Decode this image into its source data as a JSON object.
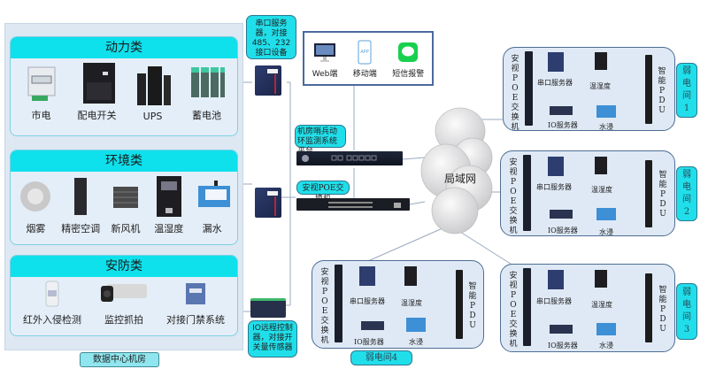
{
  "data_center": {
    "label": "数据中心机房",
    "groups": [
      {
        "title": "动力类",
        "items": [
          {
            "label": "市电",
            "icon": "electric-meter-icon"
          },
          {
            "label": "配电开关",
            "icon": "power-cabinet-icon"
          },
          {
            "label": "UPS",
            "icon": "ups-icon"
          },
          {
            "label": "蓄电池",
            "icon": "battery-icon"
          }
        ]
      },
      {
        "title": "环境类",
        "items": [
          {
            "label": "烟雾",
            "icon": "smoke-detector-icon"
          },
          {
            "label": "精密空调",
            "icon": "precision-ac-icon"
          },
          {
            "label": "新风机",
            "icon": "fresh-air-unit-icon"
          },
          {
            "label": "温湿度",
            "icon": "temp-humidity-sensor-icon"
          },
          {
            "label": "漏水",
            "icon": "water-leak-sensor-icon"
          }
        ]
      },
      {
        "title": "安防类",
        "items": [
          {
            "label": "红外入侵检测",
            "icon": "infrared-detector-icon"
          },
          {
            "label": "监控抓拍",
            "icon": "camera-icon"
          },
          {
            "label": "对接门禁系统",
            "icon": "access-control-icon"
          }
        ]
      }
    ]
  },
  "callouts": {
    "serial_server": "串口服务器，对接485、232接口设备",
    "io_controller": "IO远程控制器，对接开关量传感器",
    "platform": "机房哨兵动环监测系统平台",
    "poe_switch": "安视POE交换机"
  },
  "clients": [
    {
      "label": "Web端",
      "icon": "monitor-icon"
    },
    {
      "label": "移动端",
      "icon": "mobile-app-icon"
    },
    {
      "label": "短信报警",
      "icon": "sms-message-icon"
    }
  ],
  "cloud": {
    "label": "局域网"
  },
  "weak_rooms": [
    {
      "tag": "弱电间1",
      "tag_chars": [
        "弱",
        "电",
        "间",
        "1"
      ]
    },
    {
      "tag": "弱电间2",
      "tag_chars": [
        "弱",
        "电",
        "间",
        "2"
      ]
    },
    {
      "tag": "弱电间3",
      "tag_chars": [
        "弱",
        "电",
        "间",
        "3"
      ]
    },
    {
      "tag": "弱电间4",
      "tag_chars": [
        "弱",
        "电",
        "间",
        "4"
      ]
    }
  ],
  "weak_room_content": {
    "switch_label": "安视POE交换机",
    "pdu_label": "智能PDU",
    "serial": "串口服务器",
    "temp": "温湿度",
    "io": "IO服务器",
    "water": "水浸"
  },
  "colors": {
    "accent": "#0ee0ec",
    "panel": "#dfe9f5",
    "border": "#4e6e94"
  }
}
